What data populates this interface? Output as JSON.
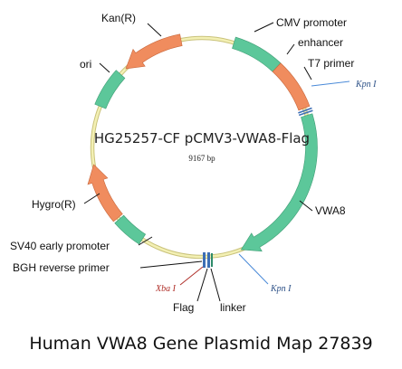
{
  "plasmid": {
    "name": "HG25257-CF pCMV3-VWA8-Flag",
    "size": "9167 bp"
  },
  "caption": "Human VWA8 Gene Plasmid Map 27839",
  "features": {
    "kan": "Kan(R)",
    "ori": "ori",
    "hygro": "Hygro(R)",
    "sv40": "SV40 early promoter",
    "bgh": "BGH reverse primer",
    "flag": "Flag",
    "linker": "linker",
    "vwa8": "VWA8",
    "t7": "T7 primer",
    "enhancer": "enhancer",
    "cmv": "CMV promoter"
  },
  "sites": {
    "kpn1_top": "Kpn I",
    "kpn1_bottom": "Kpn I",
    "xba1": "Xba I"
  },
  "colors": {
    "backbone": "#f3f0b4",
    "backbone_stroke": "#c9c27a",
    "green_feature": "#5cc79a",
    "orange_feature": "#f08c5e",
    "primer_blue": "#3d6fb5",
    "site_line": "#4a8ad8",
    "xba_color": "#b0302a"
  }
}
